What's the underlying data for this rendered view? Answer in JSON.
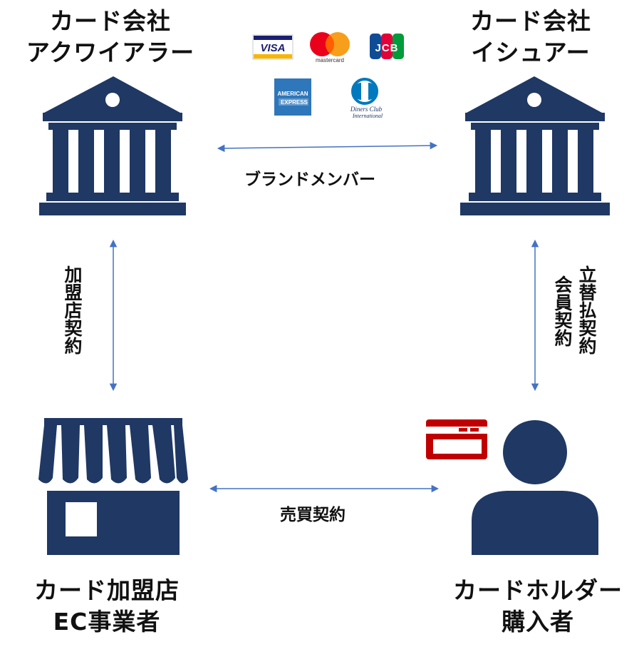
{
  "acquirer": {
    "line1": "カード会社",
    "line2": "アクワイアラー"
  },
  "issuer": {
    "line1": "カード会社",
    "line2": "イシュアー"
  },
  "merchant": {
    "line1": "カード加盟店",
    "line2": "EC事業者"
  },
  "cardholder": {
    "line1": "カードホルダー",
    "line2": "購入者"
  },
  "relations": {
    "brand_member": "ブランドメンバー",
    "merchant_contract": "加盟店契約",
    "member_contract_a": "立替払契約",
    "member_contract_b": "会員契約",
    "sales_contract": "売買契約"
  },
  "brands": {
    "visa": "VISA",
    "mastercard": "mastercard",
    "jcb": "JCB",
    "amex_line1": "AMERICAN",
    "amex_line2": "EXPRESS",
    "diners_line1": "Diners Club",
    "diners_line2": "International"
  },
  "colors": {
    "navy": "#1f3864",
    "arrow": "#4472c4",
    "card_red": "#c00000"
  }
}
